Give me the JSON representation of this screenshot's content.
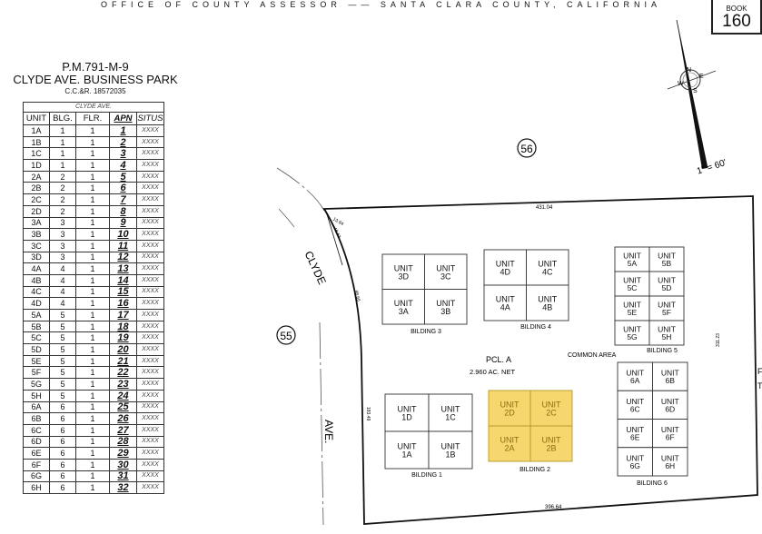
{
  "header": "OFFICE OF COUNTY ASSESSOR —— SANTA CLARA COUNTY, CALIFORNIA",
  "book": {
    "label": "BOOK",
    "number": "160"
  },
  "title": {
    "map_ref": "P.M.791-M-9",
    "name": "CLYDE AVE. BUSINESS PARK",
    "ccr": "C.C.&R. 18572035"
  },
  "table": {
    "caption": "CLYDE AVE.",
    "columns": [
      "UNIT",
      "BLG.",
      "FLR.",
      "APN",
      "SITUS"
    ],
    "rows": [
      [
        "1A",
        "1",
        "1",
        "1",
        "XXXX"
      ],
      [
        "1B",
        "1",
        "1",
        "2",
        "XXXX"
      ],
      [
        "1C",
        "1",
        "1",
        "3",
        "XXXX"
      ],
      [
        "1D",
        "1",
        "1",
        "4",
        "XXXX"
      ],
      [
        "2A",
        "2",
        "1",
        "5",
        "XXXX"
      ],
      [
        "2B",
        "2",
        "1",
        "6",
        "XXXX"
      ],
      [
        "2C",
        "2",
        "1",
        "7",
        "XXXX"
      ],
      [
        "2D",
        "2",
        "1",
        "8",
        "XXXX"
      ],
      [
        "3A",
        "3",
        "1",
        "9",
        "XXXX"
      ],
      [
        "3B",
        "3",
        "1",
        "10",
        "XXXX"
      ],
      [
        "3C",
        "3",
        "1",
        "11",
        "XXXX"
      ],
      [
        "3D",
        "3",
        "1",
        "12",
        "XXXX"
      ],
      [
        "4A",
        "4",
        "1",
        "13",
        "XXXX"
      ],
      [
        "4B",
        "4",
        "1",
        "14",
        "XXXX"
      ],
      [
        "4C",
        "4",
        "1",
        "15",
        "XXXX"
      ],
      [
        "4D",
        "4",
        "1",
        "16",
        "XXXX"
      ],
      [
        "5A",
        "5",
        "1",
        "17",
        "XXXX"
      ],
      [
        "5B",
        "5",
        "1",
        "18",
        "XXXX"
      ],
      [
        "5C",
        "5",
        "1",
        "19",
        "XXXX"
      ],
      [
        "5D",
        "5",
        "1",
        "20",
        "XXXX"
      ],
      [
        "5E",
        "5",
        "1",
        "21",
        "XXXX"
      ],
      [
        "5F",
        "5",
        "1",
        "22",
        "XXXX"
      ],
      [
        "5G",
        "5",
        "1",
        "23",
        "XXXX"
      ],
      [
        "5H",
        "5",
        "1",
        "24",
        "XXXX"
      ],
      [
        "6A",
        "6",
        "1",
        "25",
        "XXXX"
      ],
      [
        "6B",
        "6",
        "1",
        "26",
        "XXXX"
      ],
      [
        "6C",
        "6",
        "1",
        "27",
        "XXXX"
      ],
      [
        "6D",
        "6",
        "1",
        "28",
        "XXXX"
      ],
      [
        "6E",
        "6",
        "1",
        "29",
        "XXXX"
      ],
      [
        "6F",
        "6",
        "1",
        "30",
        "XXXX"
      ],
      [
        "6G",
        "6",
        "1",
        "31",
        "XXXX"
      ],
      [
        "6H",
        "6",
        "1",
        "32",
        "XXXX"
      ]
    ]
  },
  "map": {
    "scale": "1\" = 60'",
    "compass": [
      "N",
      "E",
      "S",
      "W"
    ],
    "parcel_numbers": [
      "56",
      "55"
    ],
    "street": [
      "CLYDE",
      "AVE."
    ],
    "parcel_label": "PCL. A",
    "area": "2.960 AC. NET",
    "common_area": "COMMON AREA",
    "dimensions": {
      "top": "431.04",
      "arc1": "13.94",
      "arc2": "48.63",
      "arc3": "88.66",
      "left": "183.49",
      "bottom": "396.64",
      "right": "311.23"
    },
    "edge_text": [
      "F",
      "T"
    ],
    "highlight_color": "#f5d76e",
    "unit_prefix": "UNIT",
    "buildings": [
      {
        "label": "BILDING 1",
        "units": [
          [
            "1D",
            "1C"
          ],
          [
            "1A",
            "1B"
          ]
        ],
        "highlighted": false
      },
      {
        "label": "BILDING 2",
        "units": [
          [
            "2D",
            "2C"
          ],
          [
            "2A",
            "2B"
          ]
        ],
        "highlighted": true
      },
      {
        "label": "BILDING 3",
        "units": [
          [
            "3D",
            "3C"
          ],
          [
            "3A",
            "3B"
          ]
        ],
        "highlighted": false
      },
      {
        "label": "BILDING 4",
        "units": [
          [
            "4D",
            "4C"
          ],
          [
            "4A",
            "4B"
          ]
        ],
        "highlighted": false
      },
      {
        "label": "BILDING 5",
        "units": [
          [
            "5A",
            "5B"
          ],
          [
            "5C",
            "5D"
          ],
          [
            "5E",
            "5F"
          ],
          [
            "5G",
            "5H"
          ]
        ],
        "highlighted": false
      },
      {
        "label": "BILDING 6",
        "units": [
          [
            "6A",
            "6B"
          ],
          [
            "6C",
            "6D"
          ],
          [
            "6E",
            "6F"
          ],
          [
            "6G",
            "6H"
          ]
        ],
        "highlighted": false
      }
    ]
  }
}
